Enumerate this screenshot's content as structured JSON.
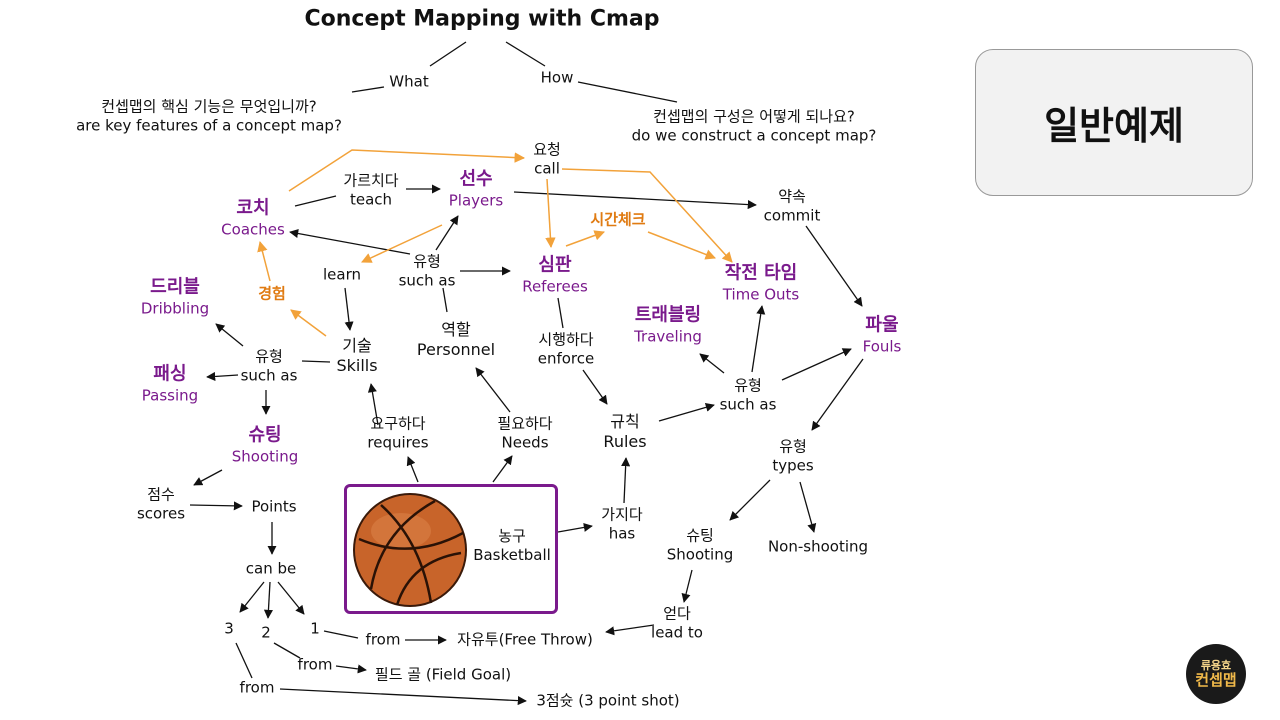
{
  "title": "Concept Mapping with Cmap",
  "example_box_label": "일반예제",
  "nodes": {
    "what": {
      "text": "What"
    },
    "how": {
      "text": "How"
    },
    "q_what": {
      "ko": "컨셉맵의 핵심 기능은 무엇입니까?",
      "en": "are key features of a concept map?"
    },
    "q_how": {
      "ko": "컨셉맵의 구성은 어떻게 되나요?",
      "en": "do we construct a concept map?"
    },
    "call": {
      "ko": "요청",
      "en": "call"
    },
    "coaches": {
      "ko": "코치",
      "en": "Coaches"
    },
    "teach": {
      "ko": "가르치다",
      "en": "teach"
    },
    "players": {
      "ko": "선수",
      "en": "Players"
    },
    "commit": {
      "ko": "약속",
      "en": "commit"
    },
    "time_check": {
      "text": "시간체크"
    },
    "time_outs": {
      "ko": "작전 타임",
      "en": "Time Outs"
    },
    "dribbling": {
      "ko": "드리블",
      "en": "Dribbling"
    },
    "experience": {
      "text": "경험"
    },
    "learn": {
      "text": "learn"
    },
    "such_as_center": {
      "ko": "유형",
      "en": "such as"
    },
    "referees": {
      "ko": "심판",
      "en": "Referees"
    },
    "traveling": {
      "ko": "트래블링",
      "en": "Traveling"
    },
    "fouls": {
      "ko": "파울",
      "en": "Fouls"
    },
    "skills": {
      "ko": "기술",
      "en": "Skills"
    },
    "personnel": {
      "ko": "역할",
      "en": "Personnel"
    },
    "enforce": {
      "ko": "시행하다",
      "en": "enforce"
    },
    "such_as_left": {
      "ko": "유형",
      "en": "such as"
    },
    "passing": {
      "ko": "패싱",
      "en": "Passing"
    },
    "such_as_right": {
      "ko": "유형",
      "en": "such as"
    },
    "requires": {
      "ko": "요구하다",
      "en": "requires"
    },
    "needs": {
      "ko": "필요하다",
      "en": "Needs"
    },
    "rules": {
      "ko": "규칙",
      "en": "Rules"
    },
    "shooting_concept": {
      "ko": "슈팅",
      "en": "Shooting"
    },
    "types": {
      "ko": "유형",
      "en": "types"
    },
    "scores": {
      "ko": "점수",
      "en": "scores"
    },
    "points": {
      "text": "Points"
    },
    "basketball": {
      "ko": "농구",
      "en": "Basketball"
    },
    "has": {
      "ko": "가지다",
      "en": "has"
    },
    "shooting_type": {
      "ko": "슈팅",
      "en": "Shooting"
    },
    "non_shooting": {
      "text": "Non-shooting"
    },
    "can_be": {
      "text": "can be"
    },
    "three": {
      "text": "3"
    },
    "two": {
      "text": "2"
    },
    "one": {
      "text": "1"
    },
    "from_1": {
      "text": "from"
    },
    "free_throw": {
      "text": "자유투(Free Throw)"
    },
    "lead_to": {
      "ko": "얻다",
      "en": "lead to"
    },
    "from_2": {
      "text": "from"
    },
    "field_goal": {
      "text": "필드 골 (Field Goal)"
    },
    "from_3": {
      "text": "from"
    },
    "three_point": {
      "text": "3점슛 (3 point shot)"
    }
  },
  "logo": {
    "line1": "류용효",
    "line2": "컨셉맵"
  },
  "colors": {
    "concept": "#7a1a8c",
    "orange": "#e07b12",
    "edge": "#111111",
    "orange_edge": "#f2a23a"
  }
}
